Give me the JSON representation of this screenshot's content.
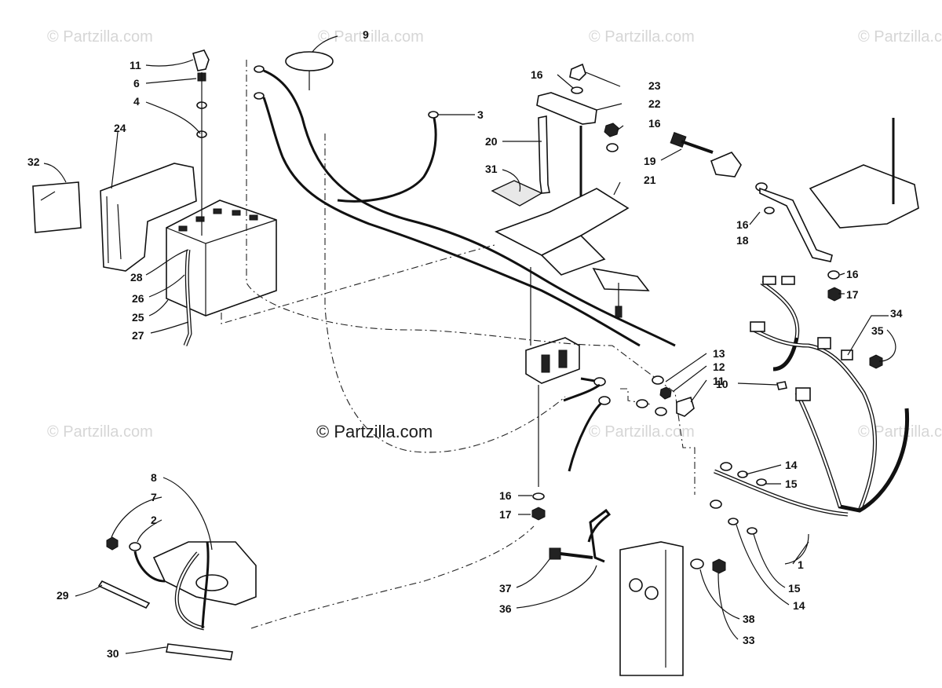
{
  "watermarks": {
    "corner": "© Partzilla.com",
    "center": "© Partzilla.com"
  },
  "callouts": {
    "c1": "1",
    "c2": "2",
    "c3": "3",
    "c4": "4",
    "c6": "6",
    "c7": "7",
    "c8": "8",
    "c9": "9",
    "c10": "10",
    "c11a": "11",
    "c11b": "11",
    "c12": "12",
    "c13": "13",
    "c14a": "14",
    "c14b": "14",
    "c15a": "15",
    "c15b": "15",
    "c16a": "16",
    "c16b": "16",
    "c16c": "16",
    "c16d": "16",
    "c16e": "16",
    "c17a": "17",
    "c17b": "17",
    "c18": "18",
    "c19": "19",
    "c20": "20",
    "c21": "21",
    "c22": "22",
    "c23": "23",
    "c24": "24",
    "c25": "25",
    "c26": "26",
    "c27": "27",
    "c28": "28",
    "c29": "29",
    "c30": "30",
    "c31": "31",
    "c32": "32",
    "c33": "33",
    "c34": "34",
    "c35": "35",
    "c36": "36",
    "c37": "37",
    "c38": "38"
  }
}
